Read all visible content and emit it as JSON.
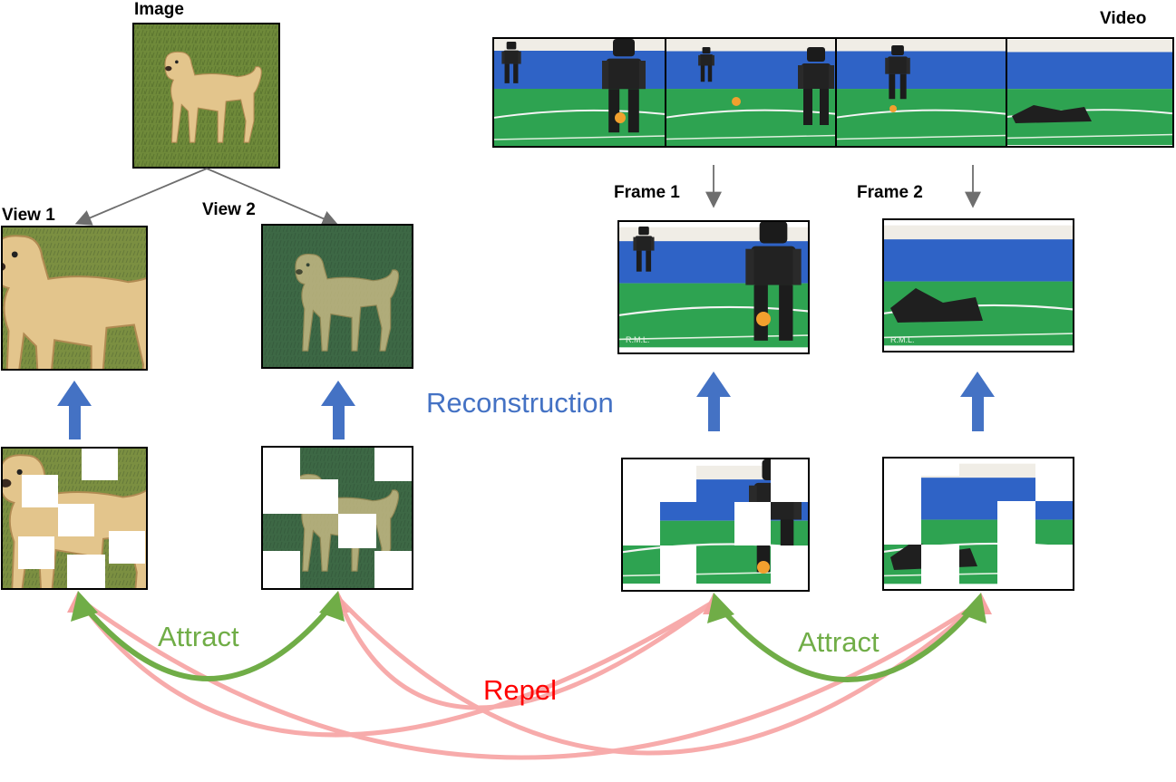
{
  "labels": {
    "image": "Image",
    "video": "Video",
    "view1": "View 1",
    "view2": "View 2",
    "frame1": "Frame 1",
    "frame2": "Frame 2"
  },
  "annotations": {
    "reconstruction": "Reconstruction",
    "attract_left": "Attract",
    "attract_right": "Attract",
    "repel": "Repel"
  },
  "frame_watermark": "R.M.L.",
  "colors": {
    "reconstruction": "#4472c4",
    "attract": "#70ad47",
    "repel": "#ff0000",
    "repel_arc": "#f7a3a3",
    "up_arrow": "#4472c4"
  }
}
